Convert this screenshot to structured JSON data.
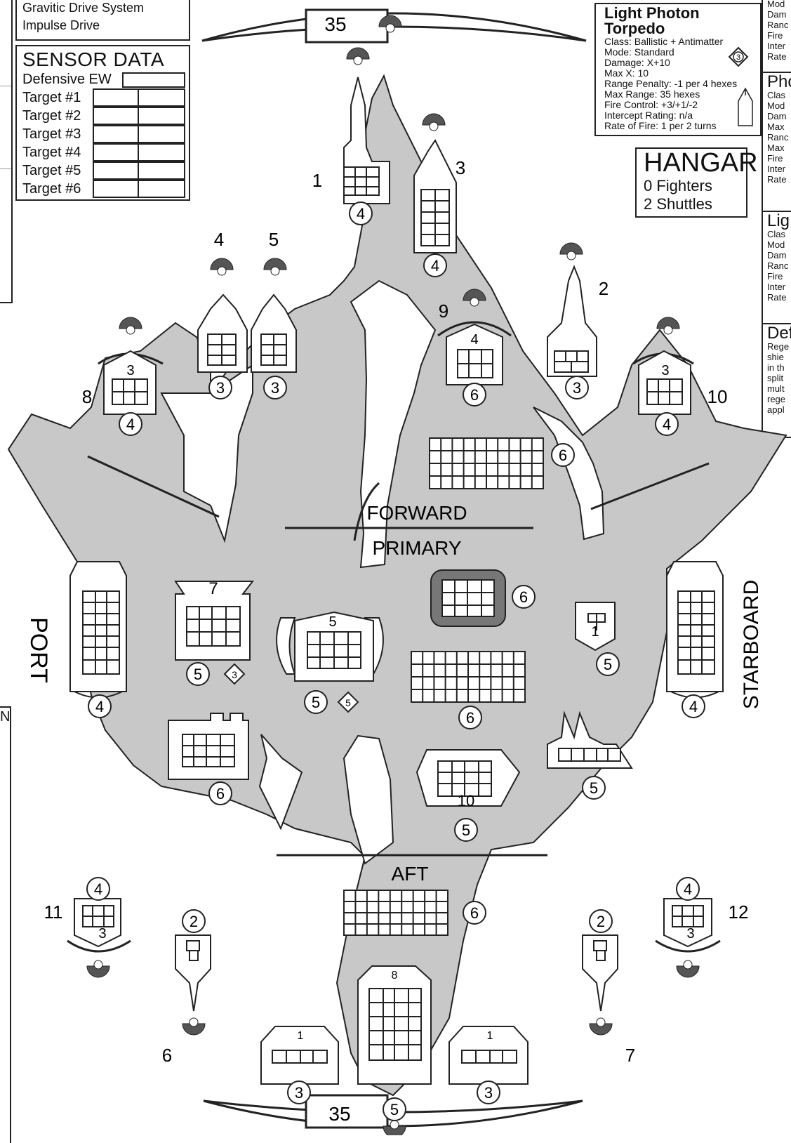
{
  "propulsion": {
    "items": [
      "Gravitic Drive System",
      "Impulse Drive"
    ]
  },
  "sensor": {
    "title": "SENSOR DATA",
    "defensive_label": "Defensive EW",
    "targets": [
      "Target #1",
      "Target #2",
      "Target #3",
      "Target #4",
      "Target #5",
      "Target #6"
    ]
  },
  "weapon_card": {
    "title": "Light Photon Torpedo",
    "lines": [
      "Class: Ballistic + Antimatter",
      "Mode: Standard",
      "Damage: X+10",
      "Max X: 10",
      "Range Penalty: -1 per 4 hexes",
      "Max Range: 35 hexes",
      "Fire Control: +3/+1/-2",
      "Intercept Rating: n/a",
      "Rate of Fire: 1 per 2 turns"
    ],
    "badge": "3"
  },
  "right_cards": {
    "top_lines": [
      "Mod",
      "Dam",
      "Ranc",
      "Fire",
      "Inter",
      "Rate"
    ],
    "card2": {
      "title": "Pho",
      "lines": [
        "Clas",
        "Mod",
        "Dam",
        "Max",
        "Ranc",
        "Max",
        "Fire",
        "Inter",
        "Rate"
      ]
    },
    "card3": {
      "title": "Lig",
      "lines": [
        "Clas",
        "Mod",
        "Dam",
        "Ranc",
        "Fire",
        "Inter",
        "Rate"
      ]
    },
    "card4": {
      "title": "Def",
      "lines": [
        "Rege",
        "shie",
        "in th",
        "split",
        "mult",
        "rege",
        "appl"
      ]
    }
  },
  "hangar": {
    "title": "HANGAR",
    "fighters": "0 Fighters",
    "shuttles": "2 Shuttles"
  },
  "left_partial": {
    "letter": "N"
  },
  "ship": {
    "forward_label": "FORWARD",
    "primary_label": "PRIMARY",
    "aft_label": "AFT",
    "port_label": "PORT",
    "starboard_label": "STARBOARD",
    "top_thrust": "35",
    "bottom_thrust": "35",
    "weapon_numbers": [
      "1",
      "2",
      "3",
      "4",
      "5",
      "6",
      "7",
      "8",
      "9",
      "10",
      "11",
      "12"
    ],
    "armor": {
      "w1": "4",
      "w3": "4",
      "w2": "3",
      "w4": "3",
      "w5": "3",
      "w8_arc": "3",
      "w8": "4",
      "w10_arc": "3",
      "w10": "4",
      "w9_arc": "4",
      "w9": "6",
      "fwd_struct": "6",
      "port_bank": "4",
      "stbd_bank": "4",
      "hangar_arc": "7",
      "hangar": "5",
      "hangar_diamond": "3",
      "center_arc": "5",
      "center": "5",
      "center_diamond": "5",
      "reactor": "6",
      "sensor_top": "1",
      "sensor": "5",
      "primary_struct": "6",
      "port_low": "6",
      "engine_top": "10",
      "engine": "5",
      "stbd_engine": "5",
      "w11_top": "4",
      "w11_arc": "3",
      "w12_top": "4",
      "w12_arc": "3",
      "w6": "2",
      "w7": "2",
      "aft_struct": "6",
      "aft_left_top": "1",
      "aft_left": "3",
      "aft_center_top": "8",
      "aft_center": "5",
      "aft_right_top": "1",
      "aft_right": "3"
    }
  },
  "colors": {
    "hull": "#c8c8c8",
    "ink": "#222222",
    "arc": "#555555"
  }
}
